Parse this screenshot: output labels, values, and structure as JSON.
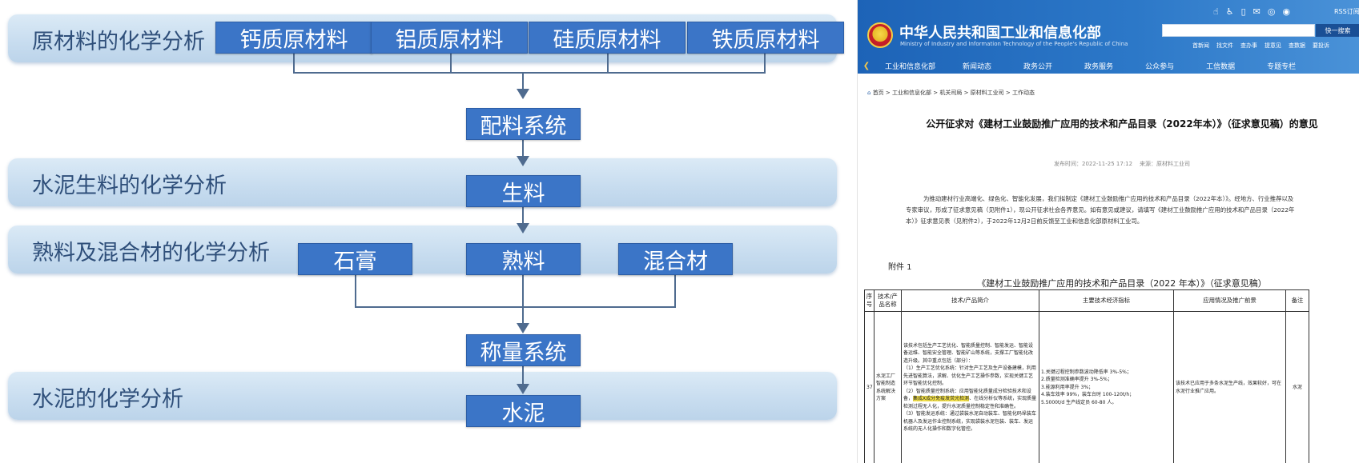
{
  "flowchart": {
    "bands": {
      "raw": "原材料的化学分析",
      "rawmeal": "水泥生料的化学分析",
      "clinker": "熟料及混合材的化学分析",
      "cement": "水泥的化学分析"
    },
    "raw_materials": [
      "钙质原材料",
      "铝质原材料",
      "硅质原材料",
      "铁质原材料"
    ],
    "batching": "配料系统",
    "raw_meal": "生料",
    "mix_row": [
      "石膏",
      "熟料",
      "混合材"
    ],
    "weighing": "称量系统",
    "cement": "水泥"
  },
  "site": {
    "title": "中华人民共和国工业和信息化部",
    "subtitle": "Ministry of Industry and Information Technology of the People's Republic of China",
    "rss": "RSS订阅",
    "search_placeholder": "",
    "search_button": "快一搜索",
    "quick_links": [
      "首新闻",
      "找文件",
      "查办事",
      "提意见",
      "查数据",
      "要投诉"
    ],
    "nav": [
      "工业和信息化部",
      "新闻动态",
      "政务公开",
      "政务服务",
      "公众参与",
      "工信数据",
      "专题专栏"
    ],
    "breadcrumb": [
      "首页",
      "工业和信息化部",
      "机关司局",
      "原材料工业司",
      "工作动态"
    ],
    "article_title": "公开征求对《建材工业鼓励推广应用的技术和产品目录（2022年本）》（征求意见稿）的意见",
    "publish_time": "发布时间：2022-11-25 17:12",
    "source": "来源：原材料工业司",
    "body": "为推动建材行业高端化、绿色化、智能化发展，我们拟制定《建材工业鼓励推广应用的技术和产品目录（2022年本）》。经地方、行业推荐以及专家审议，形成了征求意见稿（见附件1），现公开征求社会各界意见。如有意见或建议，请填写《建材工业鼓励推广应用的技术和产品目录（2022年本）》征求意见表（见附件2），于2022年12月2日前反馈至工业和信息化部原材料工业司。",
    "annex": "附件 1",
    "table_title": "《建材工业鼓励推广应用的技术和产品目录（2022 年本）》（征求意见稿）",
    "table": {
      "headers": [
        "序号",
        "技术/产品名称",
        "技术/产品简介",
        "主要技术经济指标",
        "应用情况及推广前景",
        "备注"
      ],
      "row": {
        "no": "37",
        "name": "水泥工厂智能制造系统解决方案",
        "intro_a": "该技术包括生产工艺优化、智能质量控制、智能发运、智能设备运维、智能安全管理、智能矿山等系统，支撑工厂智能化改造升级。其中重点包括（部分）：",
        "intro_b": "（1）生产工艺优化系统：针对生产工艺及生产设备建模，利用先进智能算法，求解、优化生产工艺操作参数，实现关键工艺环节智能优化控制。",
        "intro_c": "（2）智能质量控制系统：应用智能化质量成分检验技术和设备，",
        "intro_hl": "集成X成分免疫发荧光检测",
        "intro_d": "、在线分析仪等系统，实现质量检测过程无人化，提升水泥质量控制稳定性和准确性。",
        "intro_e": "（3）智能发运系统：通过袋装水泥自动装车、智能化码垛装车机器人及发运作业控制系统，实现袋装水泥包装、装车、发运系统的无人化操作和数字化管控。",
        "indicators": [
          "1.关键过程控制参数波动降低率 3%-5%；",
          "2.质量检测准确率提升 3%-5%；",
          "3.能源利用率提升 3%；",
          "4.装车效率 99%，装车台时 100-120t/h；",
          "5.5000t/d 生产线定员 60-80 人。"
        ],
        "application": "该技术已应用于多条水泥生产线，效果较好，可在水泥行业推广应用。",
        "remark": "水泥"
      }
    }
  }
}
